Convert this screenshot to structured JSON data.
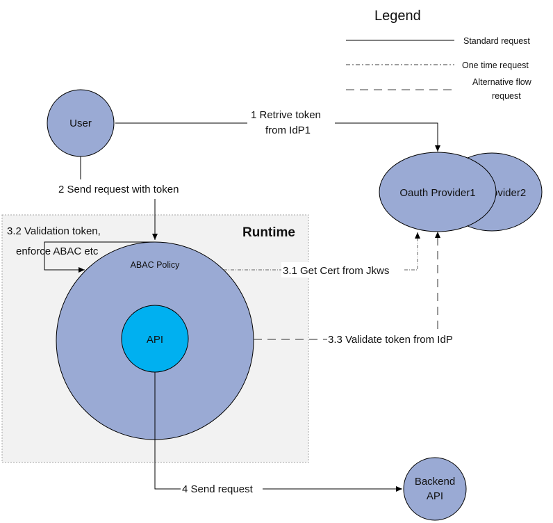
{
  "legend": {
    "title": "Legend",
    "items": [
      {
        "label_lines": [
          "Standard request"
        ],
        "style": "solid"
      },
      {
        "label_lines": [
          "One time request"
        ],
        "style": "dash-dot"
      },
      {
        "label_lines": [
          "Alternative flow",
          "request"
        ],
        "style": "dashed"
      }
    ]
  },
  "nodes": {
    "user": "User",
    "oauth1": "Oauth Provider1",
    "oauth2": "ovider2",
    "abac": "ABAC Policy",
    "api": "API",
    "backend": [
      "Backend",
      "API"
    ],
    "runtime": "Runtime"
  },
  "edges": {
    "e1": [
      "1 Retrive token",
      "from IdP1"
    ],
    "e2": "2 Send request with token",
    "e32": [
      "3.2 Validation token,",
      "enforce ABAC etc"
    ],
    "e31": "3.1 Get Cert from Jkws",
    "e33": "3.3 Validate token from IdP",
    "e4": "4 Send request"
  },
  "colors": {
    "node_fill": "#9aaad4",
    "api_fill": "#00b0f0",
    "runtime_fill": "#f2f2f2",
    "line": "#000000",
    "dashed_line": "#7f7f7f"
  }
}
